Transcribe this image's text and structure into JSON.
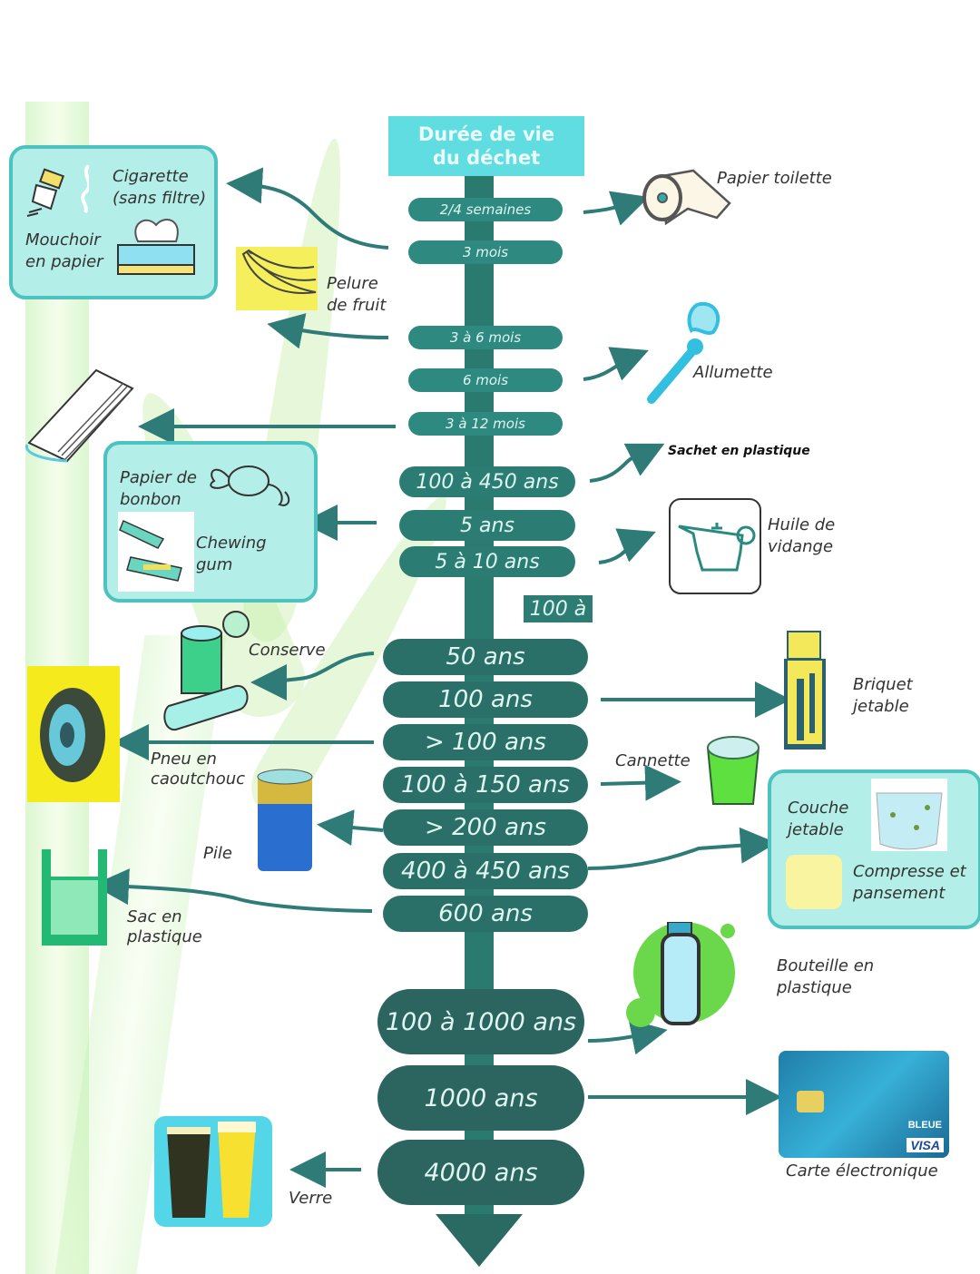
{
  "title": {
    "line1": "Durée de vie",
    "line2": "du déchet"
  },
  "timeline": [
    {
      "id": "t1",
      "label": "2/4 semaines"
    },
    {
      "id": "t2",
      "label": "3 mois"
    },
    {
      "id": "t3",
      "label": "3 à 6 mois"
    },
    {
      "id": "t4",
      "label": "6 mois"
    },
    {
      "id": "t5",
      "label": "3 à 12 mois"
    },
    {
      "id": "t6",
      "label": "100 à 450 ans"
    },
    {
      "id": "t7",
      "label": "5 ans"
    },
    {
      "id": "t8",
      "label": "5 à 10 ans"
    },
    {
      "id": "t9",
      "label": "50 ans"
    },
    {
      "id": "t10",
      "label": "100 ans"
    },
    {
      "id": "t11",
      "label": "> 100 ans"
    },
    {
      "id": "t12",
      "label": "100 à 150 ans"
    },
    {
      "id": "t13",
      "label": "> 200 ans"
    },
    {
      "id": "t14",
      "label": "400 à 450 ans"
    },
    {
      "id": "t15",
      "label": "600 ans"
    },
    {
      "id": "t16",
      "label": "100 à 1000 ans"
    },
    {
      "id": "t17",
      "label": "1000 ans"
    },
    {
      "id": "t18",
      "label": "4000 ans"
    }
  ],
  "floating_tag": "100 à",
  "items": {
    "cigarette": "Cigarette",
    "cigarette_note": "(sans filtre)",
    "mouchoir_1": "Mouchoir",
    "mouchoir_2": "en papier",
    "pelure_1": "Pelure",
    "pelure_2": "de fruit",
    "papier_toilette": "Papier toilette",
    "allumette": "Allumette",
    "sachet": "Sachet en plastique",
    "huile_1": "Huile de",
    "huile_2": "vidange",
    "bonbon_1": "Papier de",
    "bonbon_2": "bonbon",
    "chewing_1": "Chewing",
    "chewing_2": "gum",
    "conserve": "Conserve",
    "briquet_1": "Briquet",
    "briquet_2": "jetable",
    "pneu_1": "Pneu en",
    "pneu_2": "caoutchouc",
    "cannette": "Cannette",
    "pile": "Pile",
    "couche_1": "Couche",
    "couche_2": "jetable",
    "compresse_1": "Compresse et",
    "compresse_2": "pansement",
    "sac_1": "Sac en",
    "sac_2": "plastique",
    "bouteille_1": "Bouteille en",
    "bouteille_2": "plastique",
    "carte": "Carte électronique",
    "verre": "Verre",
    "card_brand": "VISA",
    "card_bank": "BLEUE"
  },
  "colors": {
    "spine": "#2a7a70",
    "title_box": "#5fdde0",
    "box_fill": "#b4eee8",
    "box_border": "#4cc3c0",
    "arrow": "#2e7b77"
  }
}
